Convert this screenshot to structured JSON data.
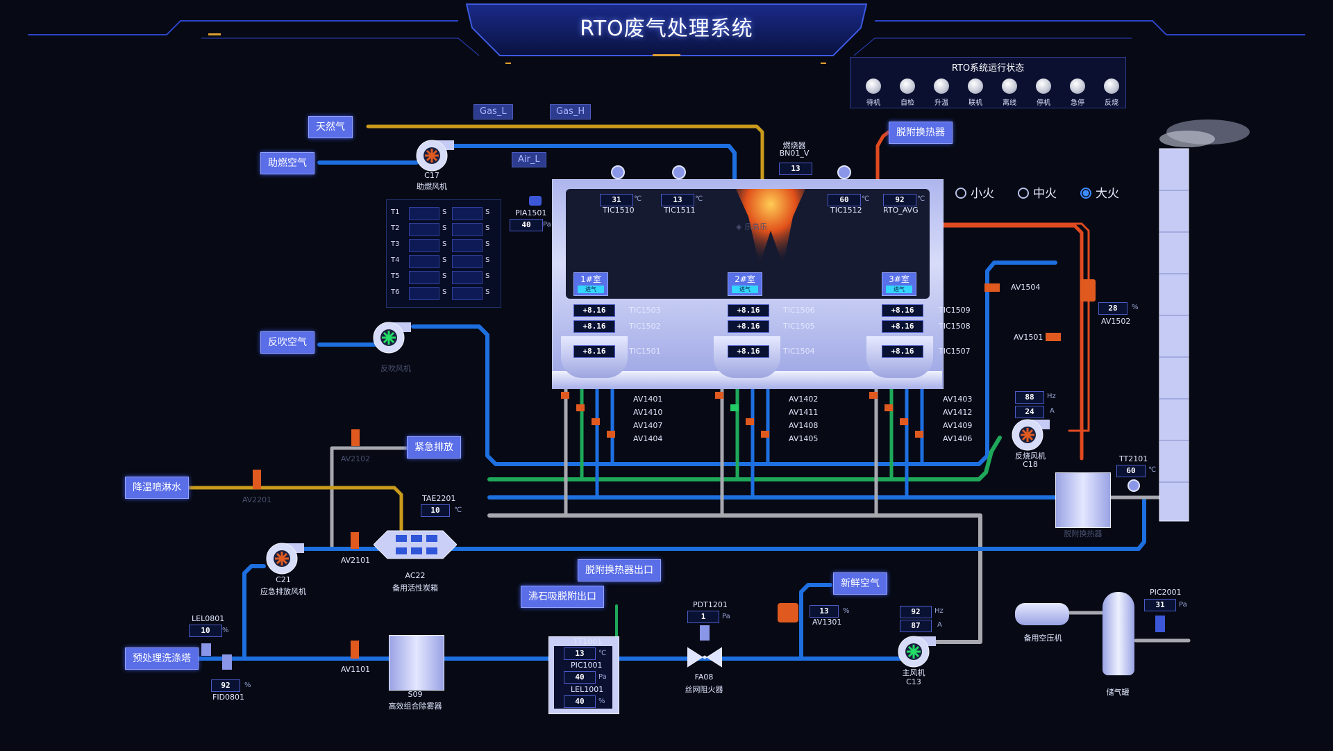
{
  "title": "RTO废气处理系统",
  "status_panel": {
    "title": "RTO系统运行状态",
    "items": [
      "待机",
      "自检",
      "升温",
      "联机",
      "离线",
      "停机",
      "急停",
      "反烧"
    ]
  },
  "fire_modes": [
    {
      "label": "小火",
      "selected": false
    },
    {
      "label": "中火",
      "selected": false
    },
    {
      "label": "大火",
      "selected": true
    }
  ],
  "tags": {
    "natural_gas": "天然气",
    "combustion_air": "助燃空气",
    "gas_l": "Gas_L",
    "gas_h": "Gas_H",
    "air_l": "Air_L",
    "desorb_hx": "脱附换热器",
    "blowback_air": "反吹空气",
    "emergency_exhaust": "紧急排放",
    "cooling_spray": "降温喷淋水",
    "pretreat_tower": "预处理洗涤塔",
    "desorb_hx_outlet": "脱附换热器出口",
    "zeolite_outlet": "沸石吸脱附出口",
    "fresh_air": "新鲜空气"
  },
  "burner": {
    "name": "燃烧器",
    "id": "BN01_V",
    "value": "13"
  },
  "pia1501": {
    "id": "PIA1501",
    "value": "40",
    "unit": "Pa"
  },
  "top_temps": [
    {
      "id": "TIC1510",
      "value": "31",
      "unit": "℃"
    },
    {
      "id": "TIC1511",
      "value": "13",
      "unit": "℃"
    },
    {
      "id": "TIC1512",
      "value": "60",
      "unit": "℃"
    },
    {
      "id": "RTO_AVG",
      "value": "92",
      "unit": "℃"
    }
  ],
  "timers": {
    "rows": [
      "T1",
      "T2",
      "T3",
      "T4",
      "T5",
      "T6"
    ],
    "unit": "S"
  },
  "rooms": [
    {
      "name": "1#室",
      "state": "进气"
    },
    {
      "name": "2#室",
      "state": "进气"
    },
    {
      "name": "3#室",
      "state": "进气"
    }
  ],
  "room_temps": [
    [
      {
        "id": "TIC1503",
        "value": "+8.16"
      },
      {
        "id": "TIC1502",
        "value": "+8.16"
      },
      {
        "id": "TIC1501",
        "value": "+8.16"
      }
    ],
    [
      {
        "id": "TIC1506",
        "value": "+8.16"
      },
      {
        "id": "TIC1505",
        "value": "+8.16"
      },
      {
        "id": "TIC1504",
        "value": "+8.16"
      }
    ],
    [
      {
        "id": "TIC1509",
        "value": "+8.16"
      },
      {
        "id": "TIC1508",
        "value": "+8.16"
      },
      {
        "id": "TIC1507",
        "value": "+8.16"
      }
    ]
  ],
  "valves_group": [
    [
      "AV1401",
      "AV1410",
      "AV1407",
      "AV1404"
    ],
    [
      "AV1402",
      "AV1411",
      "AV1408",
      "AV1405"
    ],
    [
      "AV1403",
      "AV1412",
      "AV1409",
      "AV1406"
    ]
  ],
  "c17": {
    "id": "C17",
    "name": "助燃风机"
  },
  "blow_fan_label": "反吹风机",
  "c18": {
    "name": "反烧风机",
    "id": "C18",
    "freq": "88",
    "freq_unit": "Hz",
    "current": "24",
    "current_unit": "A"
  },
  "av1504": "AV1504",
  "av1501": "AV1501",
  "av1502": {
    "id": "AV1502",
    "value": "28",
    "unit": "%"
  },
  "tt2101": {
    "id": "TT2101",
    "value": "60",
    "unit": "℃"
  },
  "hx_dim_label": "脱附换热器",
  "tae2201": {
    "id": "TAE2201",
    "value": "10",
    "unit": "℃"
  },
  "av2102_dim": "AV2102",
  "av2201_dim": "AV2201",
  "av2101": "AV2101",
  "c21": {
    "id": "C21",
    "name": "应急排放风机"
  },
  "ac22": {
    "id": "AC22",
    "name": "备用活性炭箱"
  },
  "lel0801": {
    "id": "LEL0801",
    "value": "10",
    "unit": "%"
  },
  "fid0801": {
    "id": "FID0801",
    "value": "92",
    "unit": "%"
  },
  "av1101": "AV1101",
  "s09": {
    "id": "S09",
    "name": "高效组合除雾器"
  },
  "zeolite": {
    "tt1001": {
      "id": "TT1001",
      "value": "13",
      "unit": "℃"
    },
    "pic1001": {
      "id": "PIC1001",
      "value": "40",
      "unit": "Pa"
    },
    "lel1001": {
      "id": "LEL1001",
      "value": "40",
      "unit": "%"
    }
  },
  "pdt1201": {
    "id": "PDT1201",
    "value": "1",
    "unit": "Pa"
  },
  "fa08": {
    "id": "FA08",
    "name": "丝网阻火器"
  },
  "av1301": {
    "id": "AV1301",
    "value": "13",
    "unit": "%"
  },
  "c13": {
    "name": "主风机",
    "id": "C13",
    "freq": "92",
    "freq_unit": "Hz",
    "current": "87",
    "current_unit": "A"
  },
  "compressor": "备用空压机",
  "tank": "储气罐",
  "pic2001": {
    "id": "PIC2001",
    "value": "31",
    "unit": "Pa"
  },
  "colors": {
    "blue_pipe": "#1e6fe0",
    "green_pipe": "#1fa85a",
    "gray_pipe": "#a8a8b0",
    "gas_pipe": "#c99a1c",
    "hot_pipe": "#e04a20",
    "tag_bg": "#5a6ee8"
  }
}
